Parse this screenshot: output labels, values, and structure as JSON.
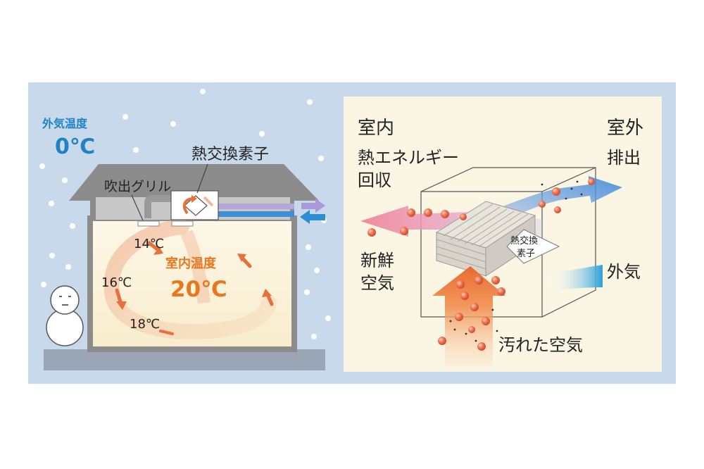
{
  "left_panel": {
    "outside_temp_label": "外気温度",
    "outside_temp_value": "0℃",
    "heat_exchanger_label": "熱交換素子",
    "grille_label": "吹出グリル",
    "temp_14": "14℃",
    "temp_16": "16℃",
    "temp_18": "18℃",
    "indoor_temp_label": "室内温度",
    "indoor_temp_value": "20℃"
  },
  "right_panel": {
    "indoor": "室内",
    "outdoor": "室外",
    "heat_energy_line1": "熱エネルギー",
    "heat_energy_line2": "回収",
    "exhaust": "排出",
    "fresh_air_line1": "新鮮",
    "fresh_air_line2": "空気",
    "outside_air": "外気",
    "dirty_air": "汚れた空気",
    "element_line1": "熱交換",
    "element_line2": "素子"
  },
  "colors": {
    "panel_blue": "#c9d9ec",
    "panel_cream": "#fbf6e4",
    "outside_temp_blue": "#1e82c4",
    "indoor_temp_orange": "#e87820",
    "warm_arrow": "#e8703a",
    "cool_arrow": "#2c8ed0",
    "roof_gray": "#8c8c8c"
  }
}
